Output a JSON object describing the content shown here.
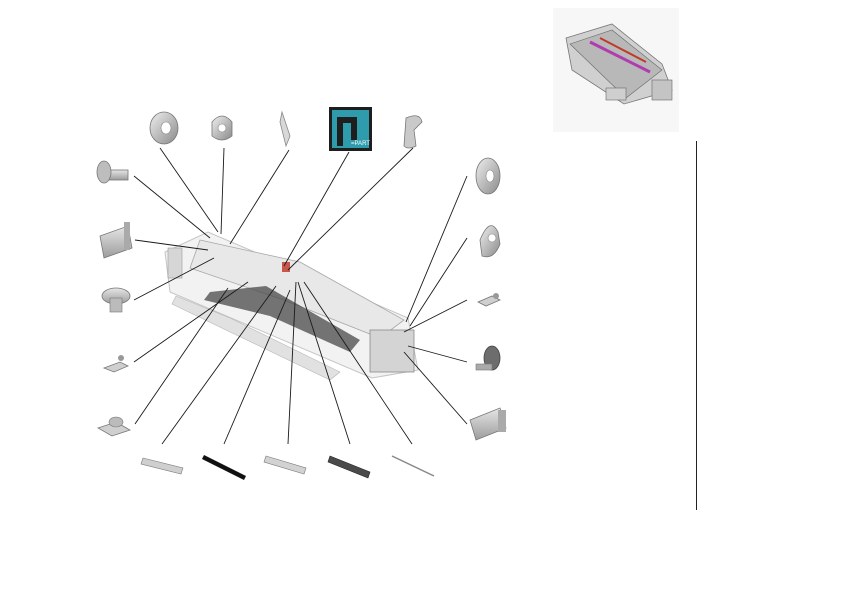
{
  "diagram": {
    "callout_color": "#1a1a1a",
    "part_gray": "#c8c8c8",
    "highlight_red": "#c0392b",
    "highlight_magenta": "#b03cb0",
    "legend_background": "#2e9cad",
    "legend_text": "=PART",
    "parts": [
      "washer-ring-top",
      "gear-bushing-top",
      "spring-clip-top",
      "legend-highlight",
      "lever-top",
      "roller-bolt-left",
      "bracket-left",
      "knob-gear-left",
      "hinge-clip-left",
      "sensor-holder-left",
      "strip-1",
      "strip-black",
      "strip-2",
      "strip-3",
      "wire-rod",
      "washer-right",
      "cam-disc-right",
      "hinge-right",
      "gear-shaft-right",
      "side-bracket-right"
    ]
  }
}
